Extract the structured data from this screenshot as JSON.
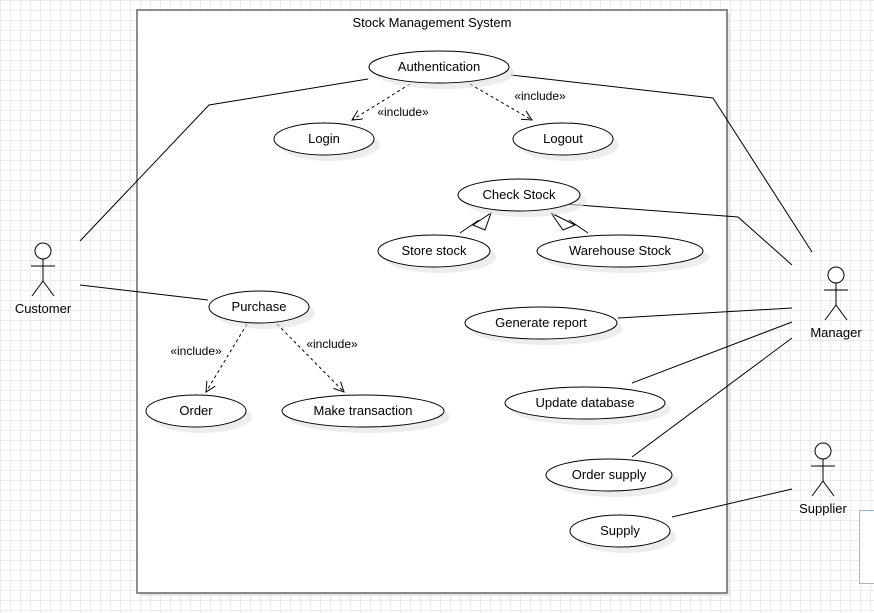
{
  "diagram": {
    "system_title": "Stock Management System",
    "actors": {
      "customer": "Customer",
      "manager": "Manager",
      "supplier": "Supplier"
    },
    "use_cases": {
      "authentication": "Authentication",
      "login": "Login",
      "logout": "Logout",
      "check_stock": "Check Stock",
      "store_stock": "Store stock",
      "warehouse_stock": "Warehouse Stock",
      "purchase": "Purchase",
      "order": "Order",
      "make_transaction": "Make transaction",
      "generate_report": "Generate report",
      "update_database": "Update database",
      "order_supply": "Order supply",
      "supply": "Supply"
    },
    "relation_labels": {
      "auth_login": "«include»",
      "auth_logout": "«include»",
      "purchase_order": "«include»",
      "purchase_transaction": "«include»"
    }
  }
}
